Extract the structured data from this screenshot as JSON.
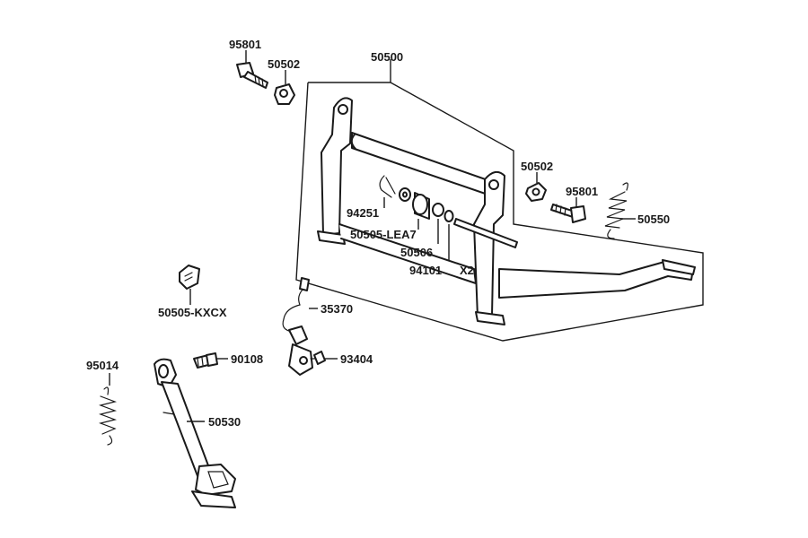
{
  "labels": {
    "p95801_top": "95801",
    "p50502_top": "50502",
    "p50500": "50500",
    "p50502_right": "50502",
    "p95801_right": "95801",
    "p50550": "50550",
    "p94251": "94251",
    "p50505_lea7": "50505-LEA7",
    "p50506": "50506",
    "p94101": "94101",
    "p94101_qty": "X2",
    "p50505_kxcx": "50505-KXCX",
    "p35370": "35370",
    "p95014": "95014",
    "p90108": "90108",
    "p93404": "93404",
    "p50530": "50530"
  }
}
